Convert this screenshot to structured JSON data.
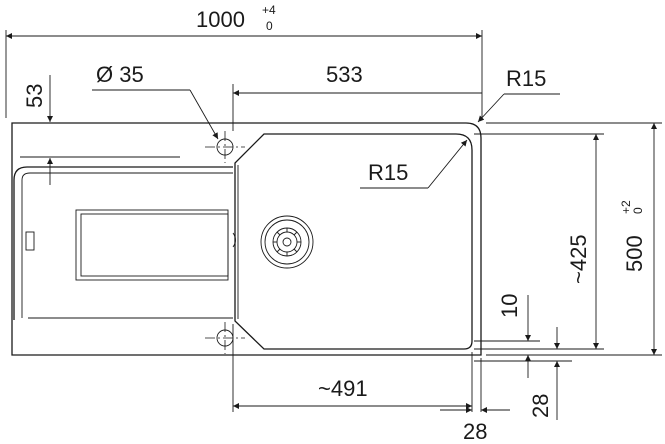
{
  "dimensions": {
    "overall_width": {
      "value": "1000",
      "tol_upper": "+4",
      "tol_lower": "0"
    },
    "overall_depth": {
      "value": "500",
      "tol_upper": "+2",
      "tol_lower": "0"
    },
    "tap_hole": "Ø 35",
    "tap_hole_offset": "53",
    "bowl_width": "533",
    "outer_radius": "R15",
    "bowl_radius": "R15",
    "bowl_depth": "~425",
    "drainer_length": "~491",
    "rear_offset": "10",
    "front_offset_vertical": "28",
    "front_offset_horizontal": "28"
  }
}
